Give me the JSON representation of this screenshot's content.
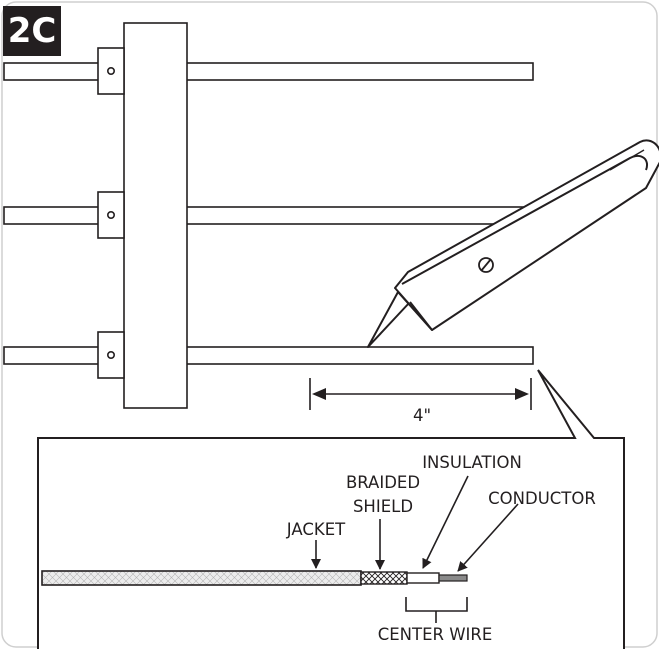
{
  "figure": {
    "badge": "2C",
    "dimension_label": "4\"",
    "labels": {
      "insulation": "INSULATION",
      "braided": "BRAIDED",
      "shield": "SHIELD",
      "conductor": "CONDUCTOR",
      "jacket": "JACKET",
      "center_wire": "CENTER WIRE"
    }
  },
  "colors": {
    "ink": "#231f20",
    "badge_bg": "#231f20",
    "frame": "#c8c8c8",
    "conductor": "#8a8a8a",
    "jacket_fill": "#e8e8e8"
  },
  "icons": [
    "utility-knife-icon",
    "screw-icon",
    "arrow-icon"
  ]
}
